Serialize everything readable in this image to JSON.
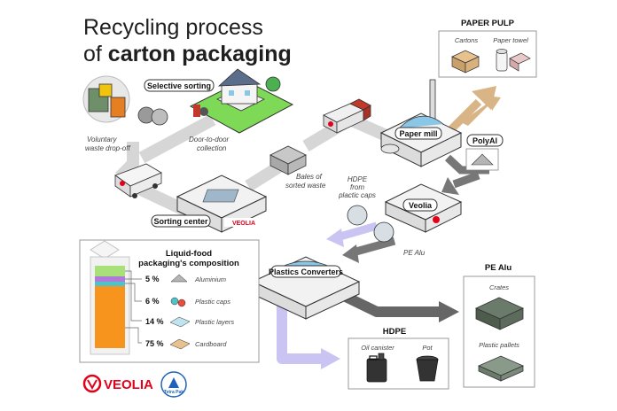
{
  "title": {
    "line1": "Recycling process",
    "line2_prefix": "of ",
    "line2_bold": "carton packaging"
  },
  "labels": {
    "selective_sorting": "Selective sorting",
    "voluntary_drop_off": [
      "Voluntary",
      "waste drop-off"
    ],
    "door_to_door": [
      "Door-to-door",
      "collection"
    ],
    "bales": [
      "Bales of",
      "sorted waste"
    ],
    "sorting_center": "Sorting center",
    "paper_mill": "Paper mill",
    "polyal": "PolyAl",
    "hdpe_caps": [
      "HDPE",
      "from",
      "plactic caps"
    ],
    "veolia_plant": "Veolia",
    "pe_alu_arrow": "PE Alu",
    "plastics_converters": "Plastics Converters"
  },
  "paper_pulp": {
    "title": "PAPER PULP",
    "items": [
      "Cartons",
      "Paper towel"
    ]
  },
  "pe_alu_box": {
    "title": "PE Alu",
    "items": [
      "Crates",
      "Plastic pallets"
    ]
  },
  "hdpe_box": {
    "title": "HDPE",
    "items": [
      "Oil canister",
      "Pot"
    ]
  },
  "composition": {
    "title": [
      "Liquid-food",
      "packaging's composition"
    ],
    "rows": [
      {
        "pct": "5 %",
        "label": "Aluminium",
        "color": "#b07ad8"
      },
      {
        "pct": "6 %",
        "label": "Plastic caps",
        "color": "#4fc3c9"
      },
      {
        "pct": "14 %",
        "label": "Plastic layers",
        "color": "#a8e07a"
      },
      {
        "pct": "75 %",
        "label": "Cardboard",
        "color": "#f7941d"
      }
    ]
  },
  "logos": {
    "veolia": "VEOLIA",
    "tetra": "Tetra Pak"
  },
  "colors": {
    "veolia_red": "#e2001a",
    "road_gray": "#d6d6d6",
    "arrow_dark": "#666666",
    "arrow_lavender": "#c9c4f2",
    "arrow_tan": "#d9b486"
  }
}
